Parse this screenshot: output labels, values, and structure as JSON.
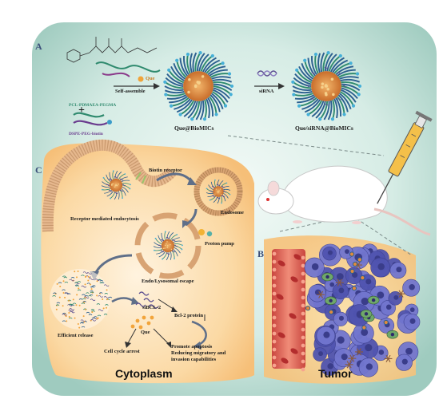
{
  "panels": {
    "a": "A",
    "b": "B",
    "c": "C"
  },
  "panel_a": {
    "que_label": "Que",
    "self_assemble": "Self-assemble",
    "sirna": "siRNA",
    "micelle1": "Que@BioMICs",
    "micelle2": "Que/siRNA@BioMICs",
    "polymer1": "PCL-PDMAEA-PEGMA",
    "polymer2": "DSPE-PEG-biotin",
    "plus": "+"
  },
  "panel_c": {
    "biotin_receptor": "Biotin receptor",
    "rme": "Receptor mediated endocytosis",
    "endosome": "Endosome",
    "proton_pump": "Proton pump",
    "escape": "Endo/Lysosomal escape",
    "release": "Efficient release",
    "sibcl2": "siBCL-2",
    "que": "Que",
    "bcl2": "Bcl-2 protein",
    "cell_cycle": "Cell cycle arrest",
    "apoptosis": "Promote apoptosis",
    "migration1": "Reducing migratory and",
    "migration2": "invasion capabilities",
    "cytoplasm": "Cytoplasm"
  },
  "panel_b": {
    "tumor": "Tumor"
  },
  "colors": {
    "background_teal": "#b9dcd3",
    "cytoplasm_orange": "#f8c987",
    "membrane": "#e3b98f",
    "vessel": "#d9574c",
    "tumor_cell": "#6d6fc8",
    "micelle_core": "#e08a3c",
    "micelle_corona": "#3f78b0"
  }
}
